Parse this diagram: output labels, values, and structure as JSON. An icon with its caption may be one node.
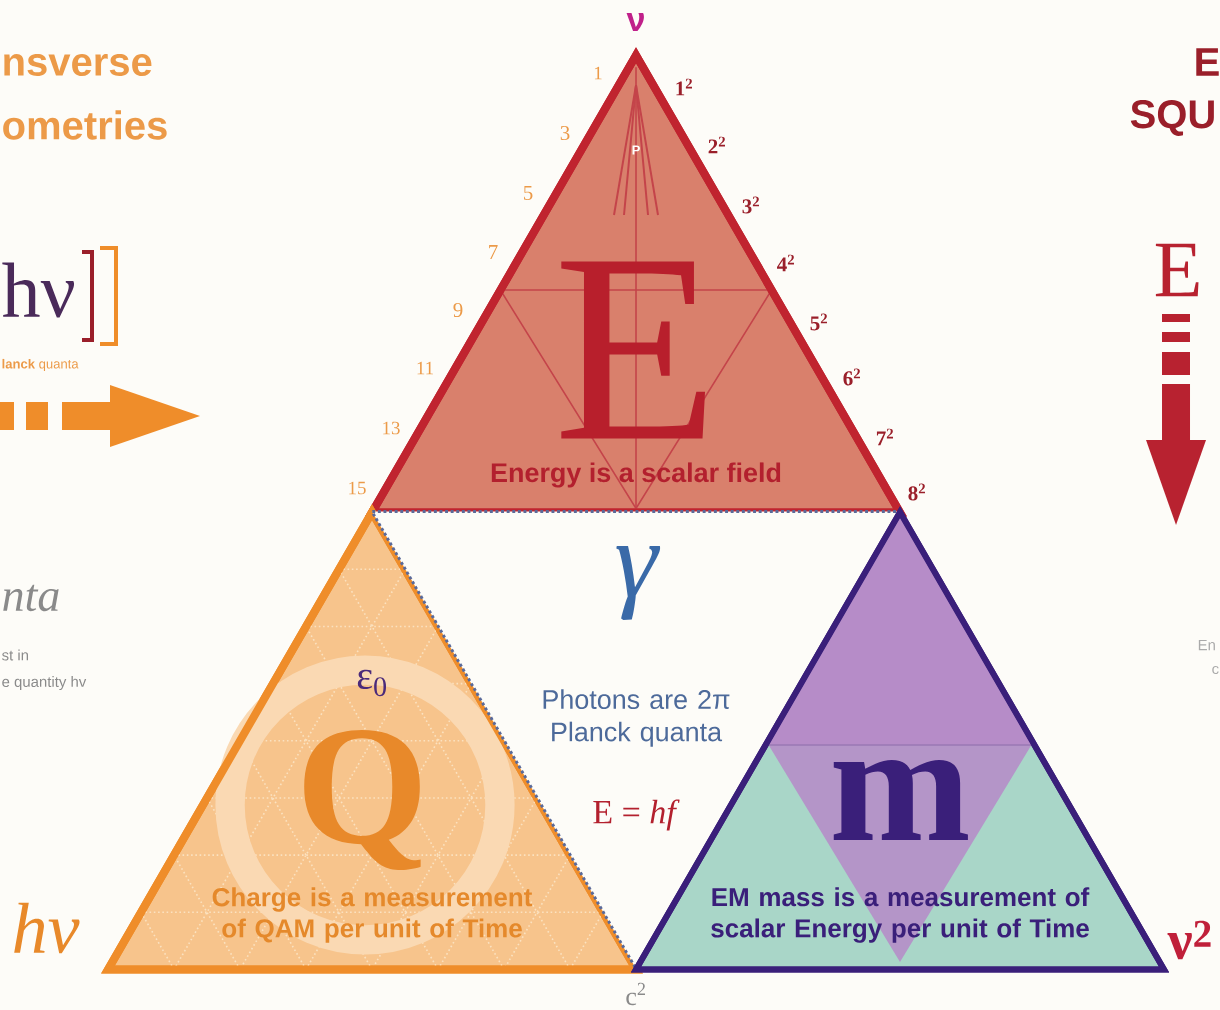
{
  "diagram": {
    "nodes": [
      {
        "text": [
          "P",
          "E",
          "Energy is a scalar field"
        ]
      },
      {
        "text": [
          "ε$_{0}$",
          "Q",
          "Charge is a measurement of QAM per unit of Time"
        ]
      },
      {
        "text": [
          "γ",
          "Photons are 2π Planck quanta",
          "E = *hf*"
        ]
      },
      {
        "text": [
          "m",
          "EM mass is a measurement of scalar Energy per unit of Time"
        ]
      }
    ],
    "labels": [
      "nsverse",
      "ometries",
      "ν",
      "E",
      "SQU",
      "1",
      "1$^{2}$",
      "3",
      "2$^{2}$",
      "5",
      "3$^{2}$",
      "hν",
      "7",
      "4$^{2}$",
      "E",
      "9",
      "5$^{2}$",
      "**lanck** quanta",
      "11",
      "6$^{2}$",
      "13",
      "7$^{2}$",
      "15",
      "8$^{2}$",
      "nta",
      "st in",
      "En",
      "e quantity hv",
      "c",
      "hν",
      "ν$^{2}$",
      "c$^{2}$"
    ]
  }
}
